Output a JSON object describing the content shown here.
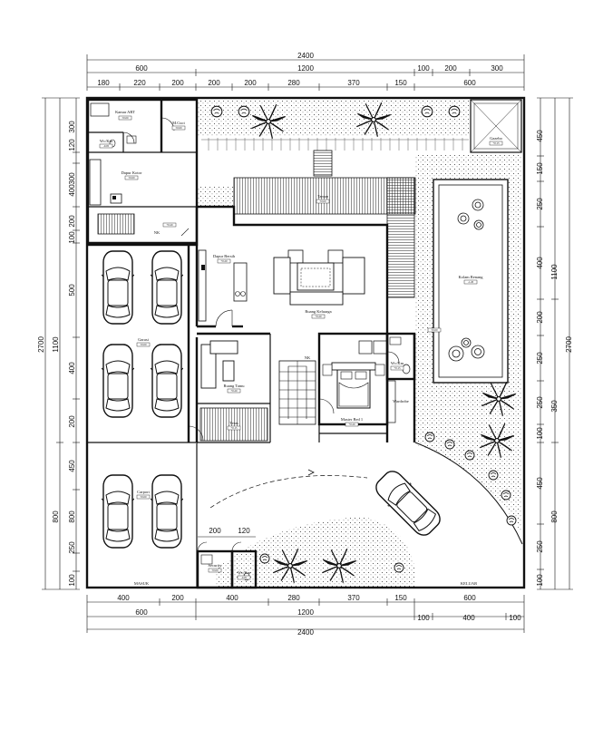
{
  "dimensions": {
    "top_total": "2400",
    "top_row1": [
      "600",
      "1200",
      "100",
      "200",
      "300"
    ],
    "top_row2": [
      "180",
      "220",
      "200",
      "200",
      "200",
      "280",
      "370",
      "150",
      "600"
    ],
    "bottom_row1": [
      "400",
      "200",
      "400",
      "280",
      "370",
      "150",
      "600"
    ],
    "bottom_row2": [
      "600",
      "1200",
      "100",
      "400",
      "100"
    ],
    "bottom_total": "2400",
    "left_total": "2700",
    "left_row1": [
      "1100",
      "800"
    ],
    "left_row2": [
      "300",
      "120",
      "300",
      "400",
      "200",
      "100",
      "500",
      "400",
      "200",
      "450",
      "800",
      "250",
      "100"
    ],
    "right_total": "2700",
    "right_row1": [
      "1100",
      "350",
      "800"
    ],
    "right_row2": [
      "450",
      "150",
      "250",
      "400",
      "200",
      "250",
      "250",
      "100",
      "450",
      "250",
      "100"
    ],
    "inner_200": "200",
    "inner_120": "120"
  },
  "rooms": {
    "kamar_art": "Kamar ART",
    "mcuci": "M.Cuci",
    "wc_art": "Wc/Km",
    "dapur_kotor": "Dapur Kotor",
    "dapur_bersih": "Dapur Bersih",
    "ruang_keluarga": "Ruang Keluarga",
    "garasi": "Garasi",
    "ruang_tamu": "Ruang Tamu",
    "teras": "Teras",
    "taman": "Taman",
    "gazebo": "Gazebo",
    "kolam": "Kolam Renang",
    "master_bed": "Master Bed 1",
    "wc_master": "Wc/Km",
    "wardrobe": "Wardrobe",
    "carport": "Carport",
    "security": "Security",
    "wc_security": "Wc/Km",
    "masuk": "MASUK",
    "keluar": "KELUAR",
    "nk_1": "NK",
    "nk_2": "NK"
  },
  "tags": {
    "kamar_art": "±0.00",
    "mcuci": "±0.00",
    "wc_art": "-0.05",
    "dapur_kotor": "±0.00",
    "dapur_bersih": "+0.20",
    "ruang_keluarga": "+0.20",
    "garasi": "±0.00",
    "ruang_tamu": "+0.20",
    "teras": "+0.15",
    "taman": "±0.00",
    "gazebo": "+0.15",
    "kolam": "-1.20",
    "master_bed": "+0.20",
    "wc_master": "+0.15",
    "carport": "±0.00",
    "security": "±0.00",
    "wc_security": "-0.05",
    "stair_a": "+0.20",
    "kolam_edge": "±0.00"
  }
}
